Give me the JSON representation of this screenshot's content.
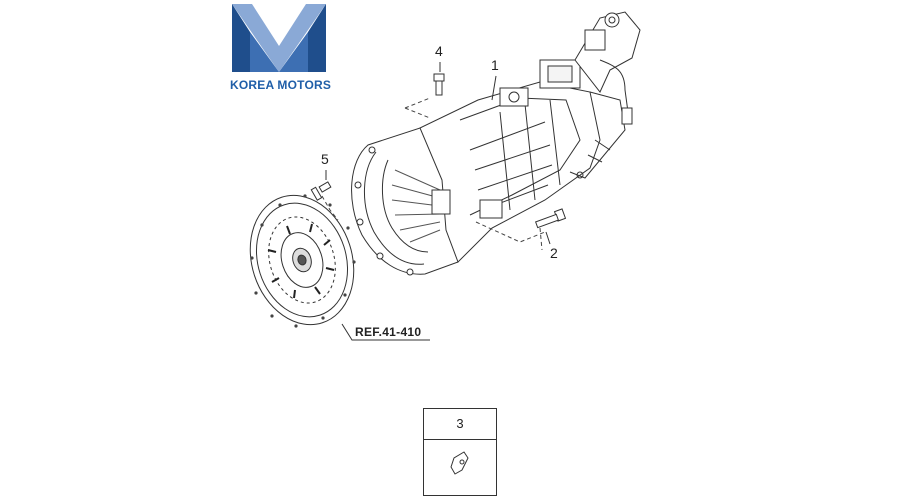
{
  "logo": {
    "text": "KOREA MOTORS",
    "colors": {
      "dark": "#1f4e8c",
      "light": "#8aa9d6",
      "text": "#1f5ea8"
    }
  },
  "callouts": [
    {
      "id": "1",
      "label": "1"
    },
    {
      "id": "2",
      "label": "2"
    },
    {
      "id": "4",
      "label": "4"
    },
    {
      "id": "5",
      "label": "5"
    }
  ],
  "reference": {
    "label": "REF.41-410"
  },
  "part_box": {
    "number": "3"
  },
  "colors": {
    "line": "#333333",
    "fill": "#ffffff"
  }
}
